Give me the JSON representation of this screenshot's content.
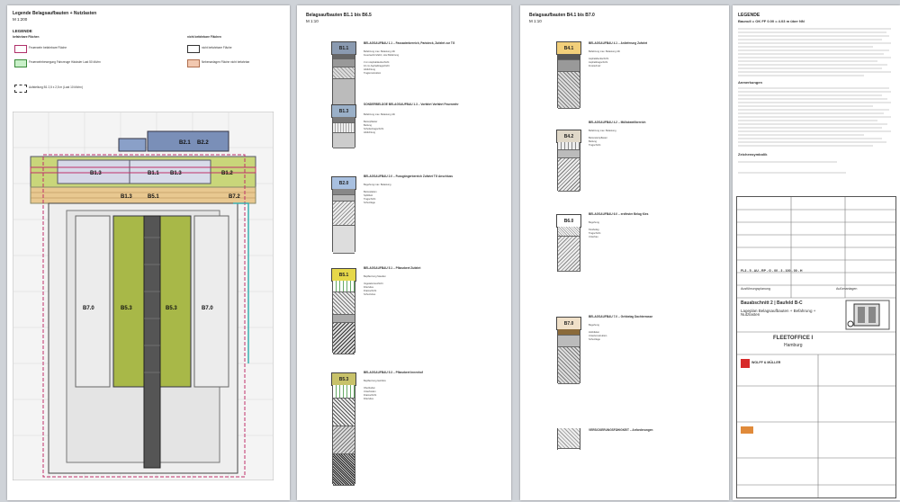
{
  "sheet1": {
    "title": "Legende Belagsaufbauten + Nutzlasten",
    "scale": "M 1:200",
    "legend_heading": "LEGENDE",
    "legend_left_heading": "befahrbare Flächen",
    "legend_right_heading": "nicht befahrbare Flächen",
    "legend_items_left": [
      {
        "label": "Feuerwehr befahrbare Fläche",
        "color": "#ffffff",
        "border": "#b0306a"
      },
      {
        "label": "Feuerwehrbewegung Fahrzeuge Häcksler Last 50 kN/m²",
        "color": "#c8f0c8",
        "border": "#3a8a3a"
      },
      {
        "label": "Aufstellung B1 2,5 x 2,5 m (Last 10 kN/m²)",
        "color": "#ffffff",
        "border": "#444444"
      }
    ],
    "legend_items_right": [
      {
        "label": "nicht befahrbare Fläche",
        "color": "#ffffff",
        "border": "#444444"
      },
      {
        "label": "Nebenanlagen Fläche nicht befahrbar",
        "color": "#f2c8b0",
        "border": "#b07050"
      }
    ],
    "plan_labels": [
      "B2.1",
      "B2.2",
      "B1.3",
      "B1.1",
      "B1.3",
      "B1.3",
      "B1.2",
      "B5.1",
      "B7.0",
      "B7.2",
      "B5.3",
      "B5.3",
      "B7.0"
    ]
  },
  "sheet2": {
    "title": "Belagsaufbauten B1.1 bis B6.5",
    "scale": "M 1:10",
    "layers": [
      {
        "code": "B1.1",
        "color": "#8a9ab0",
        "heading": "BELAGSAUFBAU 1.1 – Fassadenbereich, Parkdeck, Zufahrt zur TG",
        "lines": [
          "Befahrung max. Belastung 44t",
          "Feuerwehrzufahrt, Lkw Befahrung",
          "3 cm Asphaltdeckschicht",
          "10 cm Asphalttragschicht",
          "Abdichtung",
          "Tragkonstruktion"
        ]
      },
      {
        "code": "B1.3",
        "color": "#9ab0c8",
        "heading": "SONDERBELÄGE BELAGSAUFBAU 1.3 – Vorfahrt Vorfahrt Feuerwehr",
        "lines": [
          "Befahrung max. Belastung 44t",
          "Betonpflaster",
          "Bettung",
          "Schottertragschicht",
          "Abdichtung"
        ]
      },
      {
        "code": "B2.0",
        "color": "#a8c0e0",
        "heading": "BELAGSAUFBAU 2.0 – Fussgängerbereich Zufahrt TG Anschluss",
        "lines": [
          "Begehung max. Belastung",
          "Betonplatten",
          "Splittbett",
          "Tragschicht",
          "Schutzlage"
        ]
      },
      {
        "code": "B5.1",
        "color": "#e6d84a",
        "heading": "BELAGSAUFBAU 5.1 – Pflanzbeet Zufahrt",
        "lines": [
          "Bepflanzung Stauden",
          "Vegetationsschicht",
          "Filtervlies",
          "Drainschicht",
          "Schutzvlies"
        ]
      },
      {
        "code": "B5.3",
        "color": "#c8c26a",
        "heading": "BELAGSAUFBAU 5.3 – Pflanzbeet Innenhof",
        "lines": [
          "Bepflanzung Gehölze",
          "Oberboden",
          "Unterboden",
          "Drainschicht",
          "Filtervlies"
        ]
      }
    ]
  },
  "sheet3": {
    "title": "Belagsaufbauten B4.1 bis B7.0",
    "scale": "M 1:10",
    "layers": [
      {
        "code": "B4.1",
        "color": "#f2cf7a",
        "heading": "BELAGSAUFBAU 4.1 – Anlieferung Zufahrt",
        "lines": [
          "Befahrung max. Belastung 44t",
          "Asphaltdeckschicht",
          "Asphalttragschicht",
          "Frostschutz"
        ]
      },
      {
        "code": "B4.2",
        "color": "#e0d8c8",
        "heading": "BELAGSAUFBAU 4.2 – Müllabstellbereich",
        "lines": [
          "Befahrung max. Belastung",
          "Betonsteinpflaster",
          "Bettung",
          "Tragschicht"
        ]
      },
      {
        "code": "B6.0",
        "color": "#ffffff",
        "heading": "BELAGSAUFBAU 6.0 – erdfester Belag Kies",
        "lines": [
          "Begehung",
          "Kiesbelag",
          "Tragschicht",
          "Unterbau"
        ]
      },
      {
        "code": "B7.0",
        "color": "#f0e0c8",
        "heading": "BELAGSAUFBAU 7.0 – Gehbelag Dachterrasse",
        "lines": [
          "Begehung",
          "Holzdielen",
          "Unterkonstruktion",
          "Schutzlage"
        ]
      }
    ],
    "footer_note": "VERSICKERUNGSFÄHIGKEIT – Anforderungen"
  },
  "sheet4": {
    "legend_title": "LEGENDE",
    "height_ref": "Baunull = OK FF 0.00 = 4.03 m über NN",
    "section1": "Anmerkungen",
    "section2": "Zeichensymbolik",
    "project_code": "FL3 - 5 - AU - RP - G - 00 - 3 - 100 - 00 - H",
    "plan_type": "Ausführungsplanung",
    "plan_subtitle": "Außenanlagen",
    "plan_name": "Bauabschnitt 2 | Baufeld B-C",
    "plan_desc": "Lageplan Belagsaufbauten + Befahrung + Nutzlasten",
    "client_title": "FLEETOFFICE I",
    "client_city": "Hamburg",
    "company": "WOLFF & MÜLLER"
  }
}
